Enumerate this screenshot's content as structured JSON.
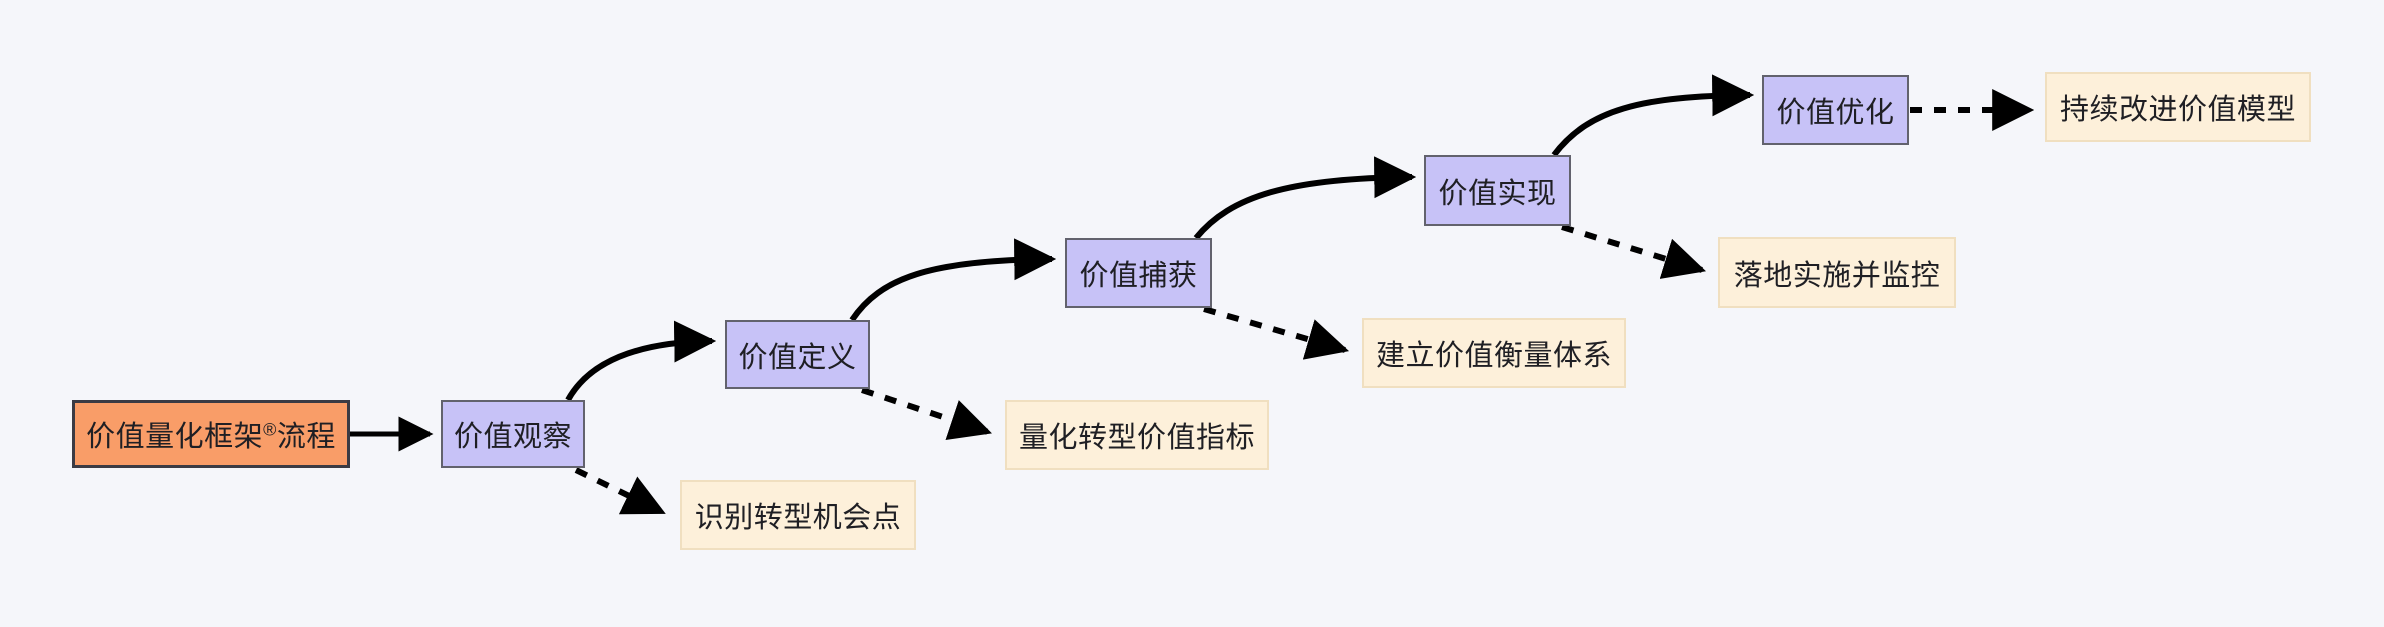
{
  "diagram": {
    "title": "价值量化框架®流程",
    "background_color": "#f5f6fa",
    "colors": {
      "start_fill": "#f99d68",
      "start_stroke": "#3b3b44",
      "stage_fill": "#c7c2f7",
      "stage_stroke": "#62626d",
      "output_fill": "#fdf0da",
      "output_stroke": "#f0dfc0",
      "edge": "#000000",
      "text": "#1f1f24"
    }
  },
  "nodes": {
    "start": {
      "label": "价值量化框架®流程",
      "label_main": "价值量化框架",
      "label_sup": "®",
      "label_tail": "流程",
      "type": "start"
    },
    "stage1": {
      "label": "价值观察",
      "type": "stage"
    },
    "stage2": {
      "label": "价值定义",
      "type": "stage"
    },
    "stage3": {
      "label": "价值捕获",
      "type": "stage"
    },
    "stage4": {
      "label": "价值实现",
      "type": "stage"
    },
    "stage5": {
      "label": "价值优化",
      "type": "stage"
    },
    "out1": {
      "label": "识别转型机会点",
      "type": "output"
    },
    "out2": {
      "label": "量化转型价值指标",
      "type": "output"
    },
    "out3": {
      "label": "建立价值衡量体系",
      "type": "output"
    },
    "out4": {
      "label": "落地实施并监控",
      "type": "output"
    },
    "out5": {
      "label": "持续改进价值模型",
      "type": "output"
    }
  },
  "edges": [
    {
      "from": "start",
      "to": "stage1",
      "style": "solid"
    },
    {
      "from": "stage1",
      "to": "stage2",
      "style": "solid"
    },
    {
      "from": "stage2",
      "to": "stage3",
      "style": "solid"
    },
    {
      "from": "stage3",
      "to": "stage4",
      "style": "solid"
    },
    {
      "from": "stage4",
      "to": "stage5",
      "style": "solid"
    },
    {
      "from": "stage1",
      "to": "out1",
      "style": "dotted"
    },
    {
      "from": "stage2",
      "to": "out2",
      "style": "dotted"
    },
    {
      "from": "stage3",
      "to": "out3",
      "style": "dotted"
    },
    {
      "from": "stage4",
      "to": "out4",
      "style": "dotted"
    },
    {
      "from": "stage5",
      "to": "out5",
      "style": "dotted"
    }
  ]
}
